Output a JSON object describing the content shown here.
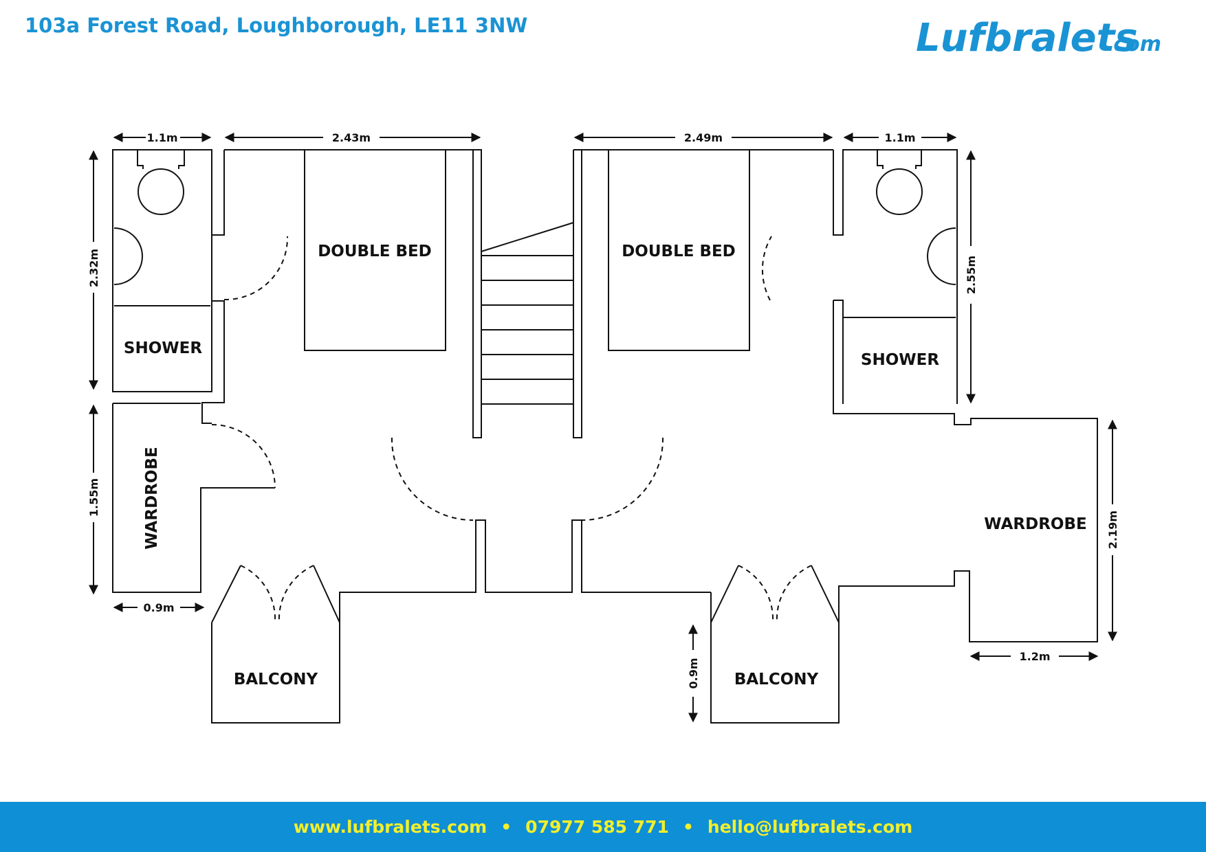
{
  "header": {
    "address": "103a Forest Road, Loughborough, LE11 3NW",
    "logo": {
      "name": "Lufbralets",
      "suffix": ".com"
    }
  },
  "colors": {
    "brand_blue": "#1a93d4",
    "footer_bg": "#0f8fd6",
    "footer_text": "#f2ef2c",
    "wall": "#111111"
  },
  "rooms": {
    "left_bed": "DOUBLE BED",
    "left_shower": "SHOWER",
    "left_wardrobe": "WARDROBE",
    "left_balcony": "BALCONY",
    "right_bed": "DOUBLE BED",
    "right_shower": "SHOWER",
    "right_wardrobe": "WARDROBE",
    "right_balcony": "BALCONY"
  },
  "dimensions": {
    "left_bath_width": "1.1m",
    "left_bed_width": "2.43m",
    "right_bed_width": "2.49m",
    "right_bath_width": "1.1m",
    "left_bath_height": "2.32m",
    "left_wardrobe_height": "1.55m",
    "left_wardrobe_width": "0.9m",
    "right_bath_height": "2.55m",
    "right_wardrobe_height": "2.19m",
    "right_wardrobe_width": "1.2m",
    "right_balcony_depth": "0.9m"
  },
  "footer": {
    "website": "www.lufbralets.com",
    "phone": "07977 585 771",
    "email": "hello@lufbralets.com",
    "separator": "•"
  }
}
